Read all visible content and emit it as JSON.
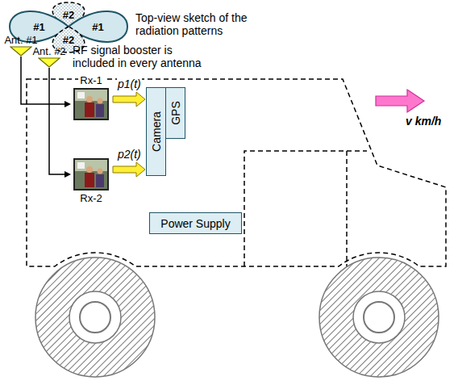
{
  "diagram": {
    "nodes": [
      {
        "text": [
          "#2"
        ]
      },
      {
        "text": [
          "#1"
        ]
      },
      {
        "text": [
          "#1"
        ]
      },
      {
        "text": [
          "#2"
        ]
      },
      {
        "text": [
          "Ant. #1"
        ]
      },
      {
        "text": [
          "Ant. #2"
        ]
      },
      {
        "text": [
          "Rx-1"
        ]
      },
      {
        "text": [
          "Rx-2"
        ]
      },
      {
        "text": [
          "Camera"
        ]
      },
      {
        "text": [
          "GPS"
        ]
      },
      {
        "text": [
          "Power Supply"
        ]
      }
    ],
    "edges": [
      {
        "from": 4,
        "to": 6,
        "arrow": "to"
      },
      {
        "from": 5,
        "to": 7,
        "arrow": "to"
      },
      {
        "from": 6,
        "to": 8,
        "label": "p1(t)",
        "arrow": "to"
      },
      {
        "from": 7,
        "to": 8,
        "label": "p2(t)",
        "arrow": "to"
      }
    ],
    "labels": [
      "Top-view sketch of the radiation patterns",
      "RF signal booster is included in every antenna",
      "v km/h"
    ]
  }
}
